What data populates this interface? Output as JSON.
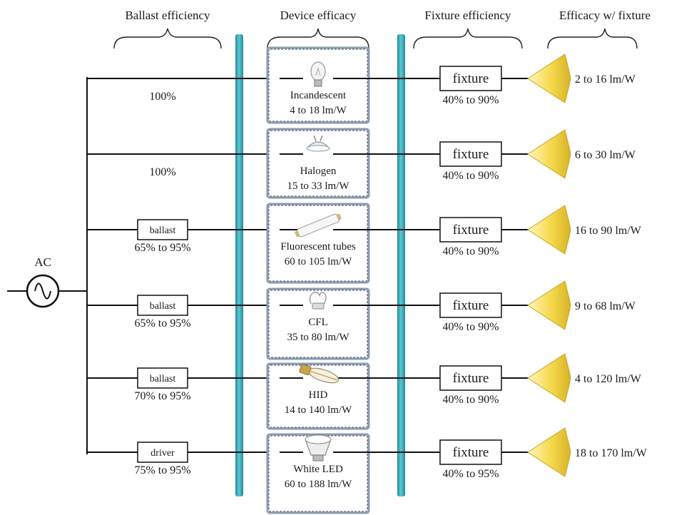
{
  "headers": {
    "ballast": "Ballast efficiency",
    "device": "Device efficacy",
    "fixture": "Fixture efficiency",
    "efficacy": "Efficacy w/ fixture"
  },
  "source": {
    "label": "AC"
  },
  "rows": [
    {
      "id": "incandescent",
      "ballast_box": "",
      "ballast_eff": "100%",
      "device_name": "Incandescent",
      "device_efficacy": "4 to 18 lm/W",
      "device_icon": "incandescent-bulb-icon",
      "fixture_label": "fixture",
      "fixture_eff": "40% to 90%",
      "system_efficacy": "2 to 16 lm/W"
    },
    {
      "id": "halogen",
      "ballast_box": "",
      "ballast_eff": "100%",
      "device_name": "Halogen",
      "device_efficacy": "15 to 33 lm/W",
      "device_icon": "halogen-lamp-icon",
      "fixture_label": "fixture",
      "fixture_eff": "40% to 90%",
      "system_efficacy": "6 to 30 lm/W"
    },
    {
      "id": "fluorescent",
      "ballast_box": "ballast",
      "ballast_eff": "65% to 95%",
      "device_name": "Fluorescent tubes",
      "device_efficacy": "60 to 105 lm/W",
      "device_icon": "fluorescent-tube-icon",
      "fixture_label": "fixture",
      "fixture_eff": "40% to 90%",
      "system_efficacy": "16 to 90 lm/W"
    },
    {
      "id": "cfl",
      "ballast_box": "ballast",
      "ballast_eff": "65% to 95%",
      "device_name": "CFL",
      "device_efficacy": "35 to 80 lm/W",
      "device_icon": "cfl-bulb-icon",
      "fixture_label": "fixture",
      "fixture_eff": "40% to 90%",
      "system_efficacy": "9 to 68 lm/W"
    },
    {
      "id": "hid",
      "ballast_box": "ballast",
      "ballast_eff": "70% to 95%",
      "device_name": "HID",
      "device_efficacy": "14 to 140 lm/W",
      "device_icon": "hid-lamp-icon",
      "fixture_label": "fixture",
      "fixture_eff": "40% to 90%",
      "system_efficacy": "4 to 120 lm/W"
    },
    {
      "id": "led",
      "ballast_box": "driver",
      "ballast_eff": "75% to 95%",
      "device_name": "White LED",
      "device_efficacy": "60 to 188 lm/W",
      "device_icon": "led-bulb-icon",
      "fixture_label": "fixture",
      "fixture_eff": "40% to 95%",
      "system_efficacy": "18 to 170 lm/W"
    }
  ],
  "colors": {
    "separator": "#3bb3c3",
    "separator_edge": "#238895",
    "light_cone": "#f6d94a",
    "light_cone_dark": "#c9a51f",
    "device_box_border": "#5a6a80",
    "wire": "#111111"
  }
}
